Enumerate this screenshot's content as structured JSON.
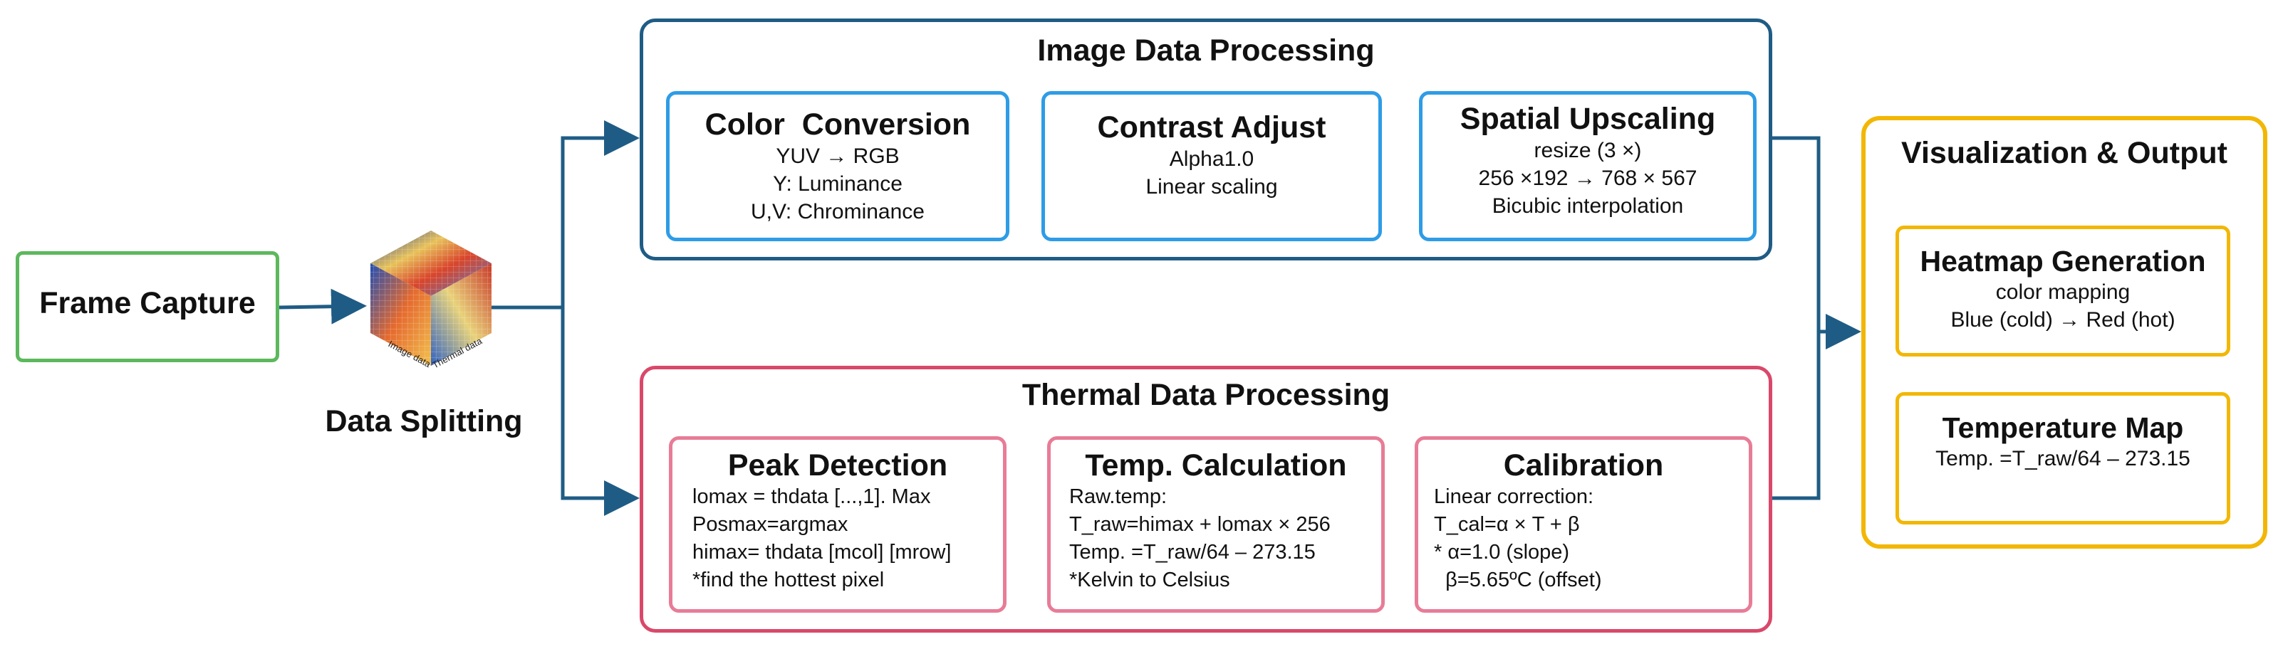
{
  "frame_capture": {
    "label": "Frame Capture"
  },
  "data_splitting": {
    "label": "Data Splitting",
    "face_left": "Image data",
    "face_right": "Thermal data"
  },
  "image_processing": {
    "title": "Image Data Processing",
    "color_conversion": {
      "title": "Color  Conversion",
      "lines": [
        "YUV → RGB",
        "Y: Luminance",
        "U,V: Chrominance"
      ]
    },
    "contrast_adjust": {
      "title": "Contrast Adjust",
      "lines": [
        "Alpha1.0",
        "Linear scaling"
      ]
    },
    "spatial_upscaling": {
      "title": "Spatial Upscaling",
      "lines": [
        "resize (3 ×)",
        "256 ×192 → 768 × 567",
        "Bicubic interpolation"
      ]
    }
  },
  "thermal_processing": {
    "title": "Thermal Data Processing",
    "peak_detection": {
      "title": "Peak Detection",
      "lines": [
        "lomax = thdata [...,1]. Max",
        "Posmax=argmax",
        "himax= thdata [mcol] [mrow]",
        "*find the hottest pixel"
      ]
    },
    "temp_calculation": {
      "title": "Temp. Calculation",
      "lines": [
        "Raw.temp:",
        "T_raw=himax + lomax × 256",
        "Temp. =T_raw/64 – 273.15",
        "*Kelvin to Celsius"
      ]
    },
    "calibration": {
      "title": "Calibration",
      "lines": [
        "Linear correction:",
        "T_cal=α × T + β",
        "* α=1.0 (slope)",
        "  β=5.65ºC (offset)"
      ]
    }
  },
  "visualization": {
    "title": "Visualization & Output",
    "heatmap": {
      "title": "Heatmap Generation",
      "lines": [
        "color mapping",
        "Blue (cold) → Red (hot)"
      ]
    },
    "temperature_map": {
      "title": "Temperature Map",
      "lines": [
        "Temp. =T_raw/64 – 273.15"
      ]
    }
  },
  "colors": {
    "frame_border": "#5cb85c",
    "image_outer": "#1f5c85",
    "image_inner": "#2e9ce6",
    "thermal_outer": "#d9486a",
    "thermal_inner": "#e87c97",
    "output_border": "#f2b705",
    "arrow": "#1f5c85"
  }
}
